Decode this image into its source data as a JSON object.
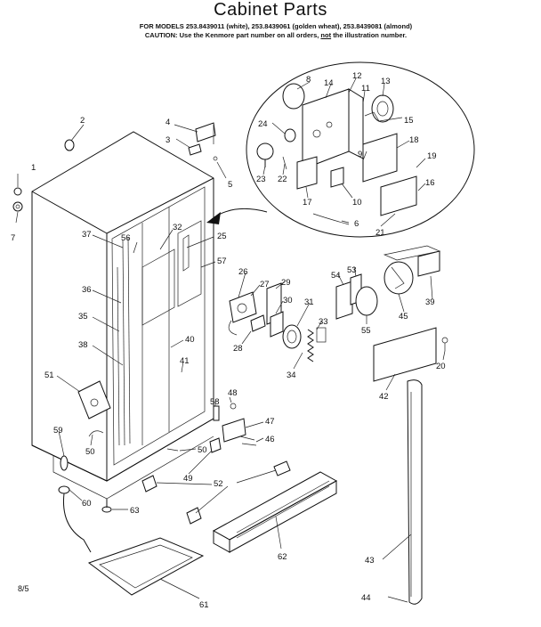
{
  "header": {
    "title": "Cabinet Parts",
    "models_line": "FOR MODELS 253.8439011 (white), 253.8439061 (golden wheat), 253.8439081 (almond)",
    "caution_prefix": "CAUTION: Use the Kenmore part number on all orders,",
    "caution_not": "not",
    "caution_suffix": "the illustration number."
  },
  "page_code": "8/5",
  "callouts": [
    {
      "id": "c1",
      "text": "1"
    },
    {
      "id": "c2",
      "text": "2"
    },
    {
      "id": "c3",
      "text": "3"
    },
    {
      "id": "c4",
      "text": "4"
    },
    {
      "id": "c5",
      "text": "5"
    },
    {
      "id": "c6",
      "text": "6"
    },
    {
      "id": "c7",
      "text": "7"
    },
    {
      "id": "c8",
      "text": "8"
    },
    {
      "id": "c9",
      "text": "9"
    },
    {
      "id": "c10",
      "text": "10"
    },
    {
      "id": "c11",
      "text": "11"
    },
    {
      "id": "c12",
      "text": "12"
    },
    {
      "id": "c13",
      "text": "13"
    },
    {
      "id": "c14",
      "text": "14"
    },
    {
      "id": "c15",
      "text": "15"
    },
    {
      "id": "c16",
      "text": "16"
    },
    {
      "id": "c17",
      "text": "17"
    },
    {
      "id": "c18",
      "text": "18"
    },
    {
      "id": "c19",
      "text": "19"
    },
    {
      "id": "c20",
      "text": "20"
    },
    {
      "id": "c21",
      "text": "21"
    },
    {
      "id": "c22",
      "text": "22"
    },
    {
      "id": "c23",
      "text": "23"
    },
    {
      "id": "c24",
      "text": "24"
    },
    {
      "id": "c25",
      "text": "25"
    },
    {
      "id": "c26",
      "text": "26"
    },
    {
      "id": "c27",
      "text": "27"
    },
    {
      "id": "c28",
      "text": "28"
    },
    {
      "id": "c29",
      "text": "29"
    },
    {
      "id": "c30",
      "text": "30"
    },
    {
      "id": "c31",
      "text": "31"
    },
    {
      "id": "c32",
      "text": "32"
    },
    {
      "id": "c33",
      "text": "33"
    },
    {
      "id": "c34",
      "text": "34"
    },
    {
      "id": "c35",
      "text": "35"
    },
    {
      "id": "c36",
      "text": "36"
    },
    {
      "id": "c37",
      "text": "37"
    },
    {
      "id": "c38",
      "text": "38"
    },
    {
      "id": "c39",
      "text": "39"
    },
    {
      "id": "c40",
      "text": "40"
    },
    {
      "id": "c41",
      "text": "41"
    },
    {
      "id": "c42",
      "text": "42"
    },
    {
      "id": "c43",
      "text": "43"
    },
    {
      "id": "c44",
      "text": "44"
    },
    {
      "id": "c45",
      "text": "45"
    },
    {
      "id": "c46",
      "text": "46"
    },
    {
      "id": "c47",
      "text": "47"
    },
    {
      "id": "c48",
      "text": "48"
    },
    {
      "id": "c49",
      "text": "49"
    },
    {
      "id": "c50",
      "text": "50"
    },
    {
      "id": "c50b",
      "text": "50"
    },
    {
      "id": "c51",
      "text": "51"
    },
    {
      "id": "c52",
      "text": "52"
    },
    {
      "id": "c53",
      "text": "53"
    },
    {
      "id": "c54",
      "text": "54"
    },
    {
      "id": "c55",
      "text": "55"
    },
    {
      "id": "c56",
      "text": "56"
    },
    {
      "id": "c57",
      "text": "57"
    },
    {
      "id": "c58",
      "text": "58"
    },
    {
      "id": "c59",
      "text": "59"
    },
    {
      "id": "c60",
      "text": "60"
    },
    {
      "id": "c61",
      "text": "61"
    },
    {
      "id": "c62",
      "text": "62"
    },
    {
      "id": "c63",
      "text": "63"
    }
  ]
}
